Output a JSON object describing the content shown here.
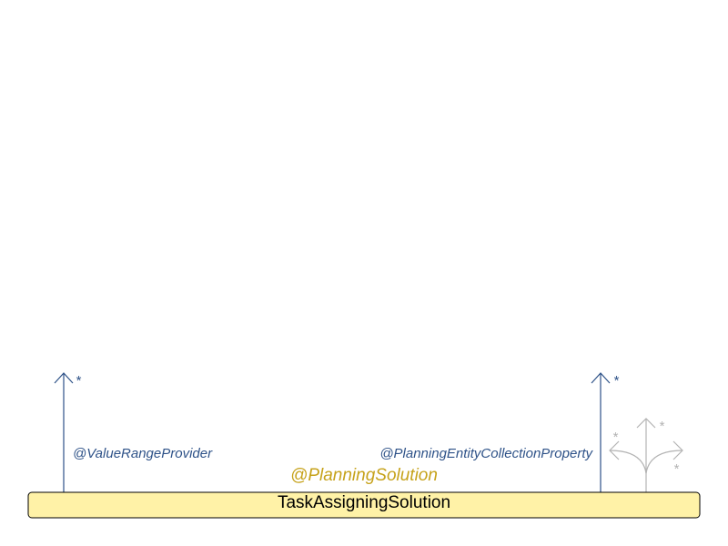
{
  "solution_class": {
    "name": "TaskAssigningSolution",
    "annotation": "@PlanningSolution",
    "fill_color": "#fff2a7",
    "annotation_color": "#c6a21a"
  },
  "relations": [
    {
      "annotation": "@ValueRangeProvider",
      "multiplicity": "*",
      "color": "#2e5288"
    },
    {
      "annotation": "@PlanningEntityCollectionProperty",
      "multiplicity": "*",
      "color": "#2e5288"
    }
  ],
  "other_relations": {
    "multiplicities": [
      "*",
      "*",
      "*"
    ],
    "color": "#b3b3b3"
  }
}
